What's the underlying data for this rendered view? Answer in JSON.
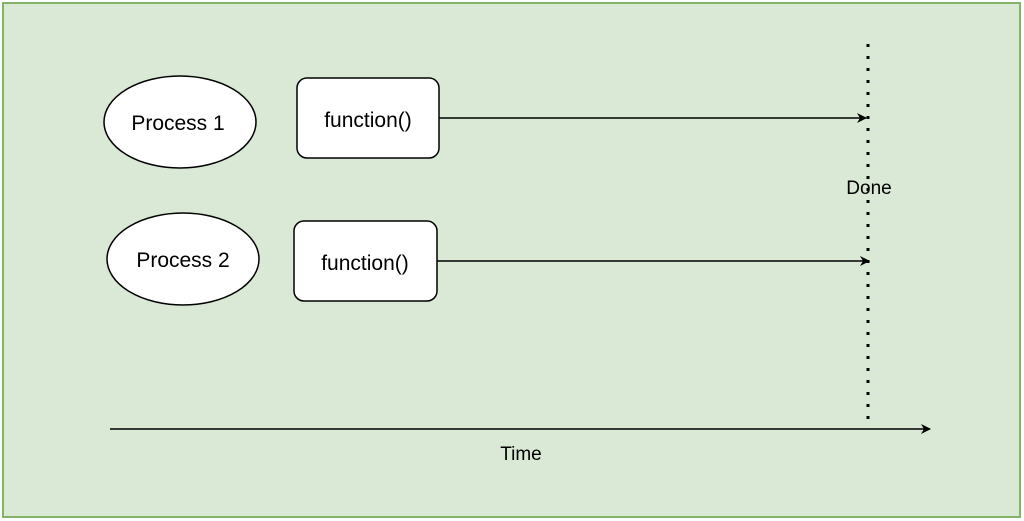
{
  "diagram": {
    "processes": [
      {
        "label": "Process 1",
        "function_label": "function()"
      },
      {
        "label": "Process 2",
        "function_label": "function()"
      }
    ],
    "done_label": "Done",
    "time_label": "Time"
  },
  "colors": {
    "panel_fill": "#dae8d6",
    "panel_border": "#82b366",
    "shape_fill": "#ffffff",
    "stroke": "#000000"
  }
}
